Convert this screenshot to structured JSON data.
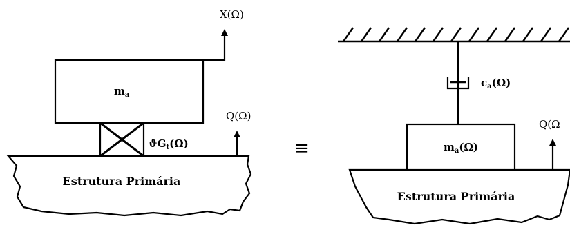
{
  "left": {
    "mass_label": "m",
    "mass_sub": "a",
    "response_label": "X(Ω)",
    "force_label": "Q(Ω)",
    "element_label": "ϑG",
    "element_sub": "t",
    "element_arg": "(Ω)",
    "base_label": "Estrutura Primária"
  },
  "equivalence_symbol": "≡",
  "right": {
    "damper_label": "c",
    "damper_sub": "a",
    "damper_arg": "(Ω)",
    "mass_label": "m",
    "mass_sub": "a",
    "mass_arg": "(Ω)",
    "force_label": "Q(Ω",
    "base_label": "Estrutura Primária"
  },
  "colors": {
    "ink": "#000000",
    "background": "#ffffff"
  }
}
